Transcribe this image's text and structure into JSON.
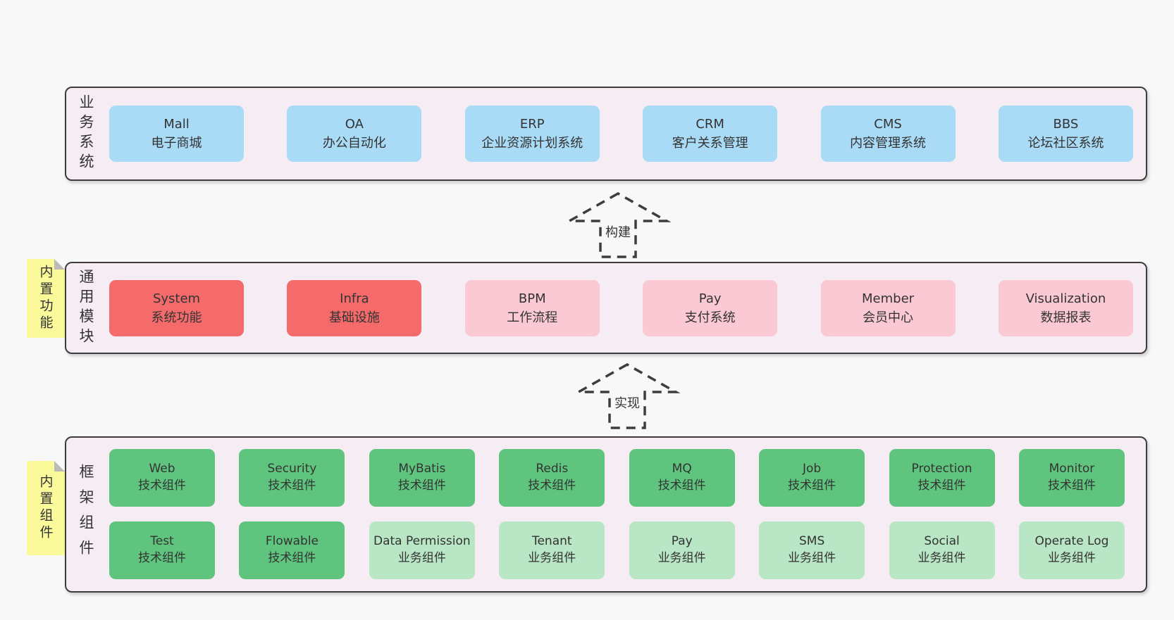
{
  "colors": {
    "page_bg": "#f8f8f8",
    "layer_bg": "#f6edf4",
    "layer_border": "#3d3d3d",
    "box_blue": "#aadbf6",
    "box_red": "#f56b6b",
    "box_pink": "#fbc9d3",
    "box_green": "#5fc57e",
    "box_light_green": "#b9e6c4",
    "note_yellow": "#fbfa9b",
    "note_fold_gray": "#bbbbbb",
    "text": "#333333"
  },
  "business": {
    "label": "业务系统",
    "boxes": [
      {
        "en": "Mall",
        "zh": "电子商城",
        "variant": "blue"
      },
      {
        "en": "OA",
        "zh": "办公自动化",
        "variant": "blue"
      },
      {
        "en": "ERP",
        "zh": "企业资源计划系统",
        "variant": "blue"
      },
      {
        "en": "CRM",
        "zh": "客户关系管理",
        "variant": "blue"
      },
      {
        "en": "CMS",
        "zh": "内容管理系统",
        "variant": "blue"
      },
      {
        "en": "BBS",
        "zh": "论坛社区系统",
        "variant": "blue"
      }
    ]
  },
  "arrows": [
    {
      "label": "构建"
    },
    {
      "label": "实现"
    }
  ],
  "common": {
    "label": "通用模块",
    "note": "内置功能",
    "boxes": [
      {
        "en": "System",
        "zh": "系统功能",
        "variant": "red"
      },
      {
        "en": "Infra",
        "zh": "基础设施",
        "variant": "red"
      },
      {
        "en": "BPM",
        "zh": "工作流程",
        "variant": "pink"
      },
      {
        "en": "Pay",
        "zh": "支付系统",
        "variant": "pink"
      },
      {
        "en": "Member",
        "zh": "会员中心",
        "variant": "pink"
      },
      {
        "en": "Visualization",
        "zh": "数据报表",
        "variant": "pink"
      }
    ]
  },
  "framework": {
    "label": "框架组件",
    "note": "内置组件",
    "row1": [
      {
        "en": "Web",
        "zh": "技术组件",
        "variant": "green"
      },
      {
        "en": "Security",
        "zh": "技术组件",
        "variant": "green"
      },
      {
        "en": "MyBatis",
        "zh": "技术组件",
        "variant": "green"
      },
      {
        "en": "Redis",
        "zh": "技术组件",
        "variant": "green"
      },
      {
        "en": "MQ",
        "zh": "技术组件",
        "variant": "green"
      },
      {
        "en": "Job",
        "zh": "技术组件",
        "variant": "green"
      },
      {
        "en": "Protection",
        "zh": "技术组件",
        "variant": "green"
      },
      {
        "en": "Monitor",
        "zh": "技术组件",
        "variant": "green"
      }
    ],
    "row2": [
      {
        "en": "Test",
        "zh": "技术组件",
        "variant": "green"
      },
      {
        "en": "Flowable",
        "zh": "技术组件",
        "variant": "green"
      },
      {
        "en": "Data Permission",
        "zh": "业务组件",
        "variant": "lgreen"
      },
      {
        "en": "Tenant",
        "zh": "业务组件",
        "variant": "lgreen"
      },
      {
        "en": "Pay",
        "zh": "业务组件",
        "variant": "lgreen"
      },
      {
        "en": "SMS",
        "zh": "业务组件",
        "variant": "lgreen"
      },
      {
        "en": "Social",
        "zh": "业务组件",
        "variant": "lgreen"
      },
      {
        "en": "Operate Log",
        "zh": "业务组件",
        "variant": "lgreen"
      }
    ]
  }
}
